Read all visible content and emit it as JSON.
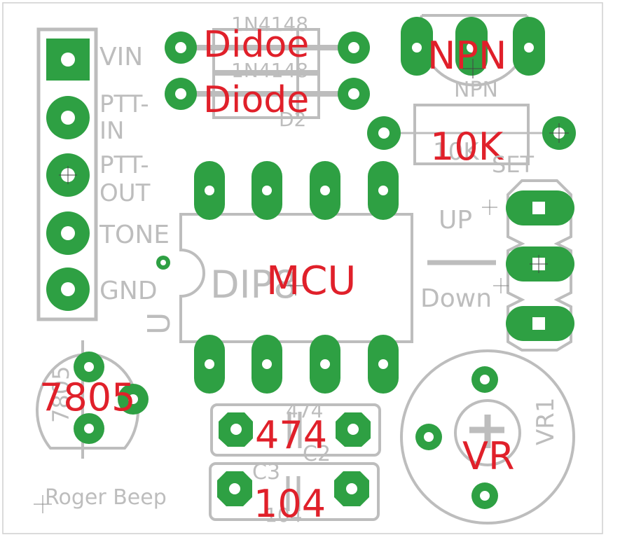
{
  "colors": {
    "copper": "#2ea043",
    "silkscreen": "#bdbdbd",
    "annotation": "#e0202a",
    "background": "#ffffff"
  },
  "header": {
    "pins": [
      "VIN",
      "PTT-",
      "IN",
      "PTT-",
      "OUT",
      "TONE",
      "GND"
    ]
  },
  "diodes": {
    "d1": {
      "part": "1N4148",
      "label": "Didoe"
    },
    "d2": {
      "part": "1N4148",
      "designator": "D2",
      "label": "Diode"
    }
  },
  "transistor": {
    "silk": "NPN",
    "label": "NPN"
  },
  "resistor": {
    "silk": "10K",
    "label": "10K"
  },
  "switch": {
    "title": "SET",
    "up": "UP",
    "down": "Down"
  },
  "mcu": {
    "designator": "U",
    "package": "DIP8",
    "label": "MCU"
  },
  "regulator": {
    "silk": "7805",
    "label": "7805"
  },
  "caps": {
    "c2": {
      "designator": "C2",
      "value": "474",
      "label": "474"
    },
    "c3": {
      "designator": "C3",
      "value": "104",
      "label": "104"
    }
  },
  "pot": {
    "designator": "VR1",
    "label": "VR"
  },
  "board_title": "Roger Beep"
}
